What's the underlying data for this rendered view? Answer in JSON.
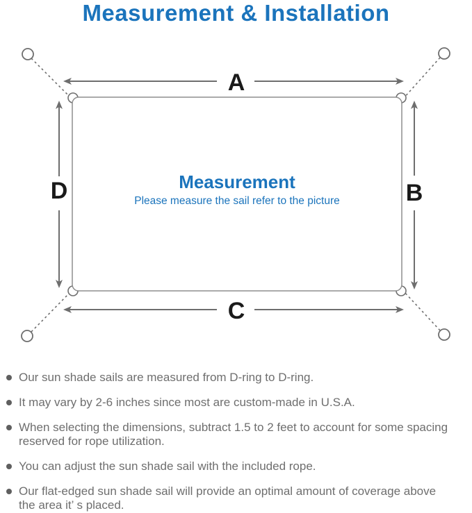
{
  "title": "Measurement & Installation",
  "diagram": {
    "labels": {
      "top": "A",
      "right": "B",
      "bottom": "C",
      "left": "D"
    },
    "center_title": "Measurement",
    "center_subtitle": "Please measure the sail refer to the picture"
  },
  "bullets": [
    "Our sun shade sails are measured from D-ring to D-ring.",
    "It may vary by 2-6 inches since most are custom-made in U.S.A.",
    "When selecting the dimensions, subtract 1.5 to 2 feet to account for some spacing\nreserved for rope utilization.",
    "You can adjust the sun shade sail with the included rope.",
    "Our flat-edged sun shade sail will provide an optimal amount of coverage above\nthe area it’ s placed."
  ],
  "colors": {
    "accent_blue": "#1b74bc",
    "line_gray": "#6e6e6e",
    "sail_stroke_gray": "#8d8d8d",
    "label_black": "#1a1a1a",
    "text_gray": "#6e6e6e"
  }
}
